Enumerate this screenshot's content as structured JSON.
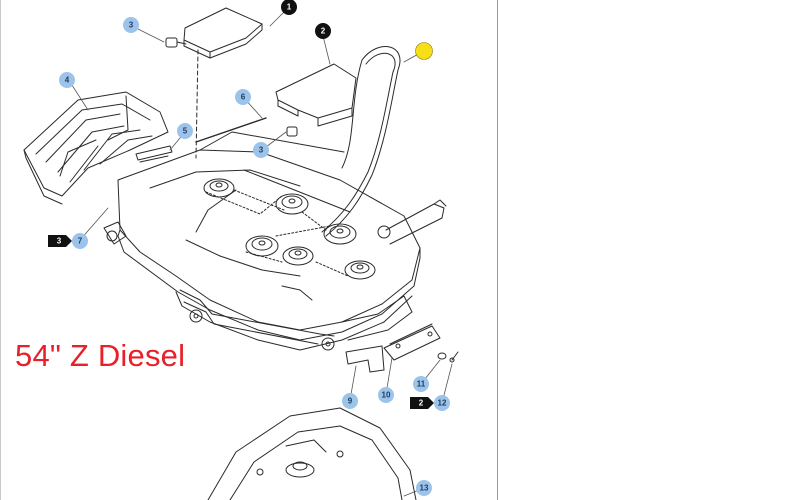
{
  "title": "54\" Z Diesel",
  "colors": {
    "callout_blue": "#9cc3ea",
    "callout_black": "#111111",
    "highlight_yellow": "#f6df16",
    "title_red": "#e8202a",
    "line": "#2a2a2a"
  },
  "callouts": {
    "black": [
      "1",
      "2"
    ],
    "blue": [
      "3",
      "3",
      "4",
      "5",
      "6",
      "7",
      "9",
      "10",
      "11",
      "12",
      "13"
    ]
  },
  "flags": [
    "3",
    "2"
  ]
}
